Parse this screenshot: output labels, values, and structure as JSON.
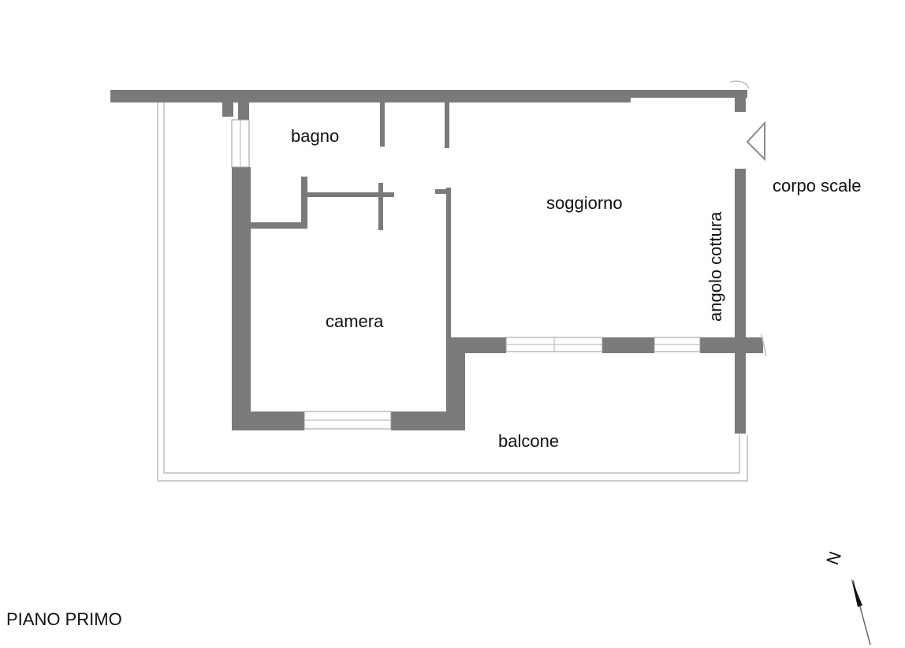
{
  "plan": {
    "rooms": {
      "bagno": "bagno",
      "soggiorno": "soggiorno",
      "angolo_cottura": "angolo cottura",
      "camera": "camera",
      "balcone": "balcone",
      "corpo_scale": "corpo scale"
    },
    "caption": "PIANO PRIMO",
    "north_label": "N"
  },
  "colors": {
    "wall": "#7a7a7a",
    "background": "#ffffff",
    "text": "#111111"
  }
}
